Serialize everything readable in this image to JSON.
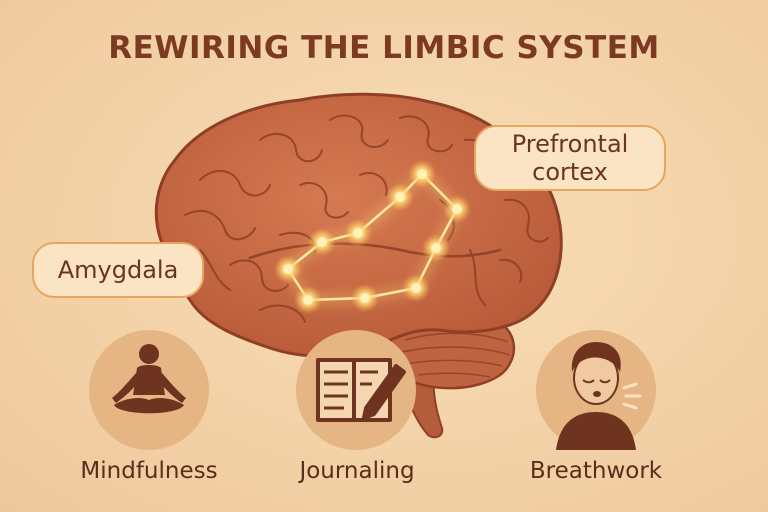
{
  "title": "REWIRING THE LIMBIC SYSTEM",
  "labels": {
    "prefrontal": "Prefrontal\ncortex",
    "amygdala": "Amygdala"
  },
  "practices": [
    {
      "label": "Mindfulness",
      "icon": "meditation-icon"
    },
    {
      "label": "Journaling",
      "icon": "journal-pen-icon"
    },
    {
      "label": "Breathwork",
      "icon": "breathing-person-icon"
    }
  ],
  "colors": {
    "background": "#f3d2a8",
    "brain": "#c96a45",
    "brain_outline": "#8f3f25",
    "glow": "#ffd978",
    "title": "#7c3a22",
    "circle": "#e6b584"
  }
}
